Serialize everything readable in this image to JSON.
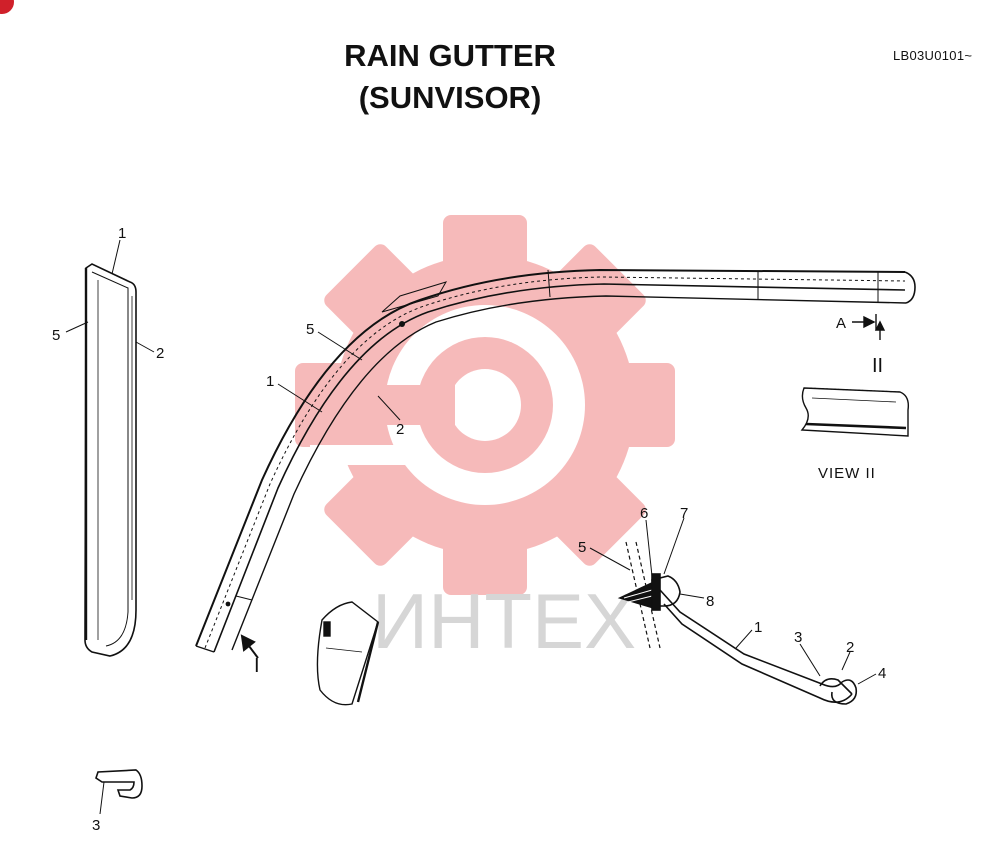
{
  "header": {
    "title_line1": "RAIN GUTTER",
    "title_line2": "(SUNVISOR)",
    "code": "LB03U0101~"
  },
  "watermark": {
    "text": "ИНТЕХ",
    "gear_color": "#f4a4a4",
    "text_color": "#d6d6d6"
  },
  "callouts": {
    "left_1": "1",
    "left_5": "5",
    "left_2": "2",
    "main_5": "5",
    "main_1": "1",
    "main_2": "2",
    "arrow_A": "A",
    "view_mark": "II",
    "arrow_I": "I",
    "det_5": "5",
    "det_6": "6",
    "det_7": "7",
    "det_8": "8",
    "det_1": "1",
    "det_3": "3",
    "det_2": "2",
    "det_4": "4",
    "clip_3": "3"
  },
  "view_label": "VIEW II",
  "accent_color": "#d0202a"
}
